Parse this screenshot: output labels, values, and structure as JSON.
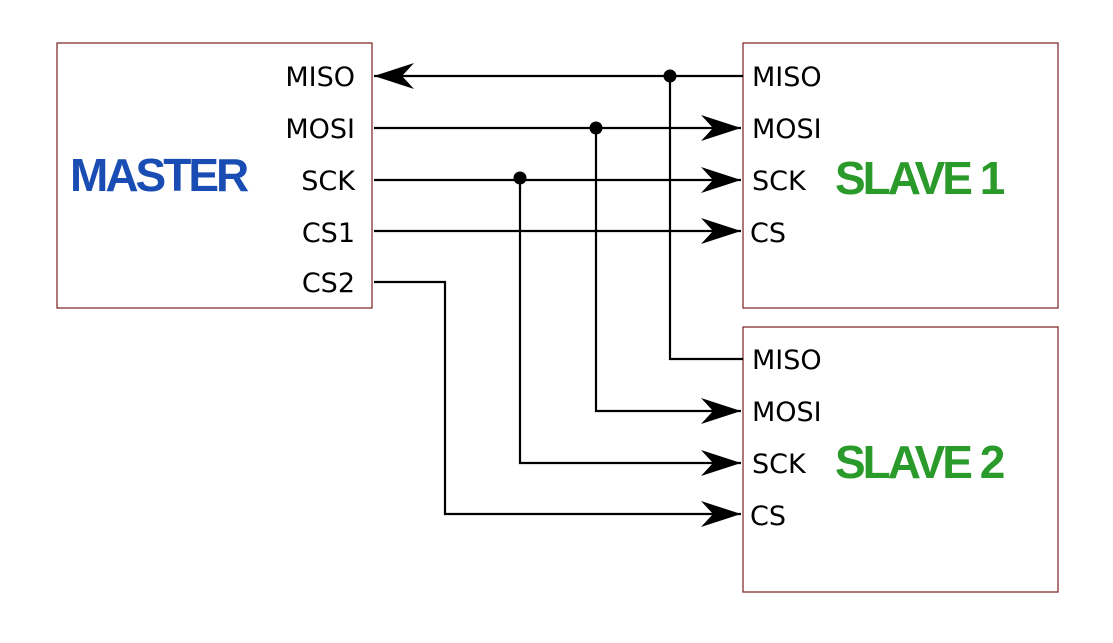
{
  "master": {
    "title": "MASTER",
    "title_color": "#1a4db3",
    "pins": [
      "MISO",
      "MOSI",
      "SCK",
      "CS1",
      "CS2"
    ]
  },
  "slave1": {
    "title": "SLAVE 1",
    "title_color": "#2a9a2a",
    "pins": [
      "MISO",
      "MOSI",
      "SCK",
      "CS"
    ]
  },
  "slave2": {
    "title": "SLAVE 2",
    "title_color": "#2a9a2a",
    "pins": [
      "MISO",
      "MOSI",
      "SCK",
      "CS"
    ]
  },
  "colors": {
    "box_border": "#7a1f1f",
    "wire": "#000000"
  }
}
